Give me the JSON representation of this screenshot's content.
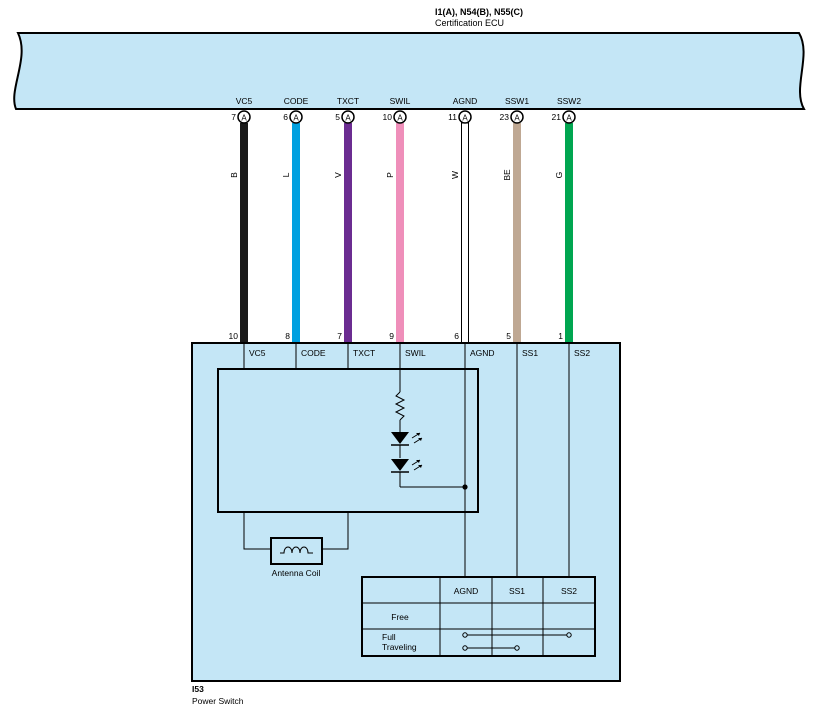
{
  "ecu": {
    "connectors": "I1(A), N54(B), N55(C)",
    "name": "Certification ECU"
  },
  "wires": [
    {
      "signal": "VC5",
      "ecu_pin": "7",
      "conn": "A",
      "color_code": "B",
      "color": "#1a1a1a",
      "switch_pin": "10",
      "switch_signal": "VC5"
    },
    {
      "signal": "CODE",
      "ecu_pin": "6",
      "conn": "A",
      "color_code": "L",
      "color": "#00a0e0",
      "switch_pin": "8",
      "switch_signal": "CODE"
    },
    {
      "signal": "TXCT",
      "ecu_pin": "5",
      "conn": "A",
      "color_code": "V",
      "color": "#6b2c91",
      "switch_pin": "7",
      "switch_signal": "TXCT"
    },
    {
      "signal": "SWIL",
      "ecu_pin": "10",
      "conn": "A",
      "color_code": "P",
      "color": "#ef8fba",
      "switch_pin": "9",
      "switch_signal": "SWIL"
    },
    {
      "signal": "AGND",
      "ecu_pin": "11",
      "conn": "A",
      "color_code": "W",
      "color": "#ffffff",
      "switch_pin": "6",
      "switch_signal": "AGND"
    },
    {
      "signal": "SSW1",
      "ecu_pin": "23",
      "conn": "A",
      "color_code": "BE",
      "color": "#bfa893",
      "switch_pin": "5",
      "switch_signal": "SS1"
    },
    {
      "signal": "SSW2",
      "ecu_pin": "21",
      "conn": "A",
      "color_code": "G",
      "color": "#00a650",
      "switch_pin": "1",
      "switch_signal": "SS2"
    }
  ],
  "antenna_label": "Antenna Coil",
  "table": {
    "headers": [
      "AGND",
      "SS1",
      "SS2"
    ],
    "rows": [
      "Free",
      "Full\nTraveling"
    ]
  },
  "switch": {
    "id": "I53",
    "name": "Power Switch"
  },
  "colors": {
    "ecu_fill": "#c4e6f6",
    "switch_fill": "#c4e6f6"
  }
}
